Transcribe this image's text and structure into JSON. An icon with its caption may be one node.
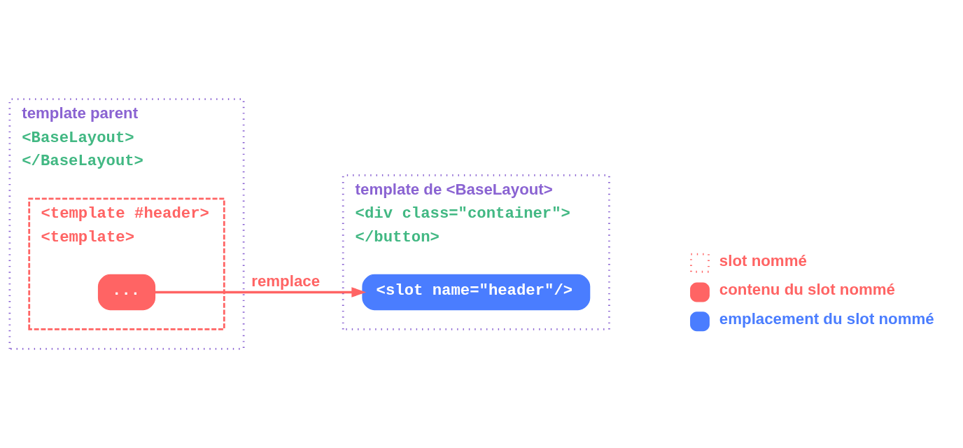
{
  "diagram": {
    "nodes": [
      {
        "text": [
          "template parent",
          "<BaseLayout>",
          "</BaseLayout>"
        ]
      },
      {
        "text": [
          "<template #header>",
          "<template>"
        ],
        "in": 0
      },
      {
        "text": [
          "..."
        ],
        "in": 1
      },
      {
        "text": [
          "template de <BaseLayout>",
          "<div class=\"container\">",
          "</button>"
        ]
      },
      {
        "text": [
          "<slot name=\"header\"/>"
        ],
        "in": 3
      }
    ],
    "edges": [
      {
        "from": 2,
        "to": 4,
        "arrow": "to",
        "label": "remplace",
        "color": "#ff6464"
      }
    ],
    "legend": [
      {
        "text": "slot nommé"
      },
      {
        "text": "contenu du slot nommé",
        "color": "#ff6464"
      },
      {
        "text": "emplacement du slot nommé",
        "color": "#4a7dff"
      }
    ]
  }
}
